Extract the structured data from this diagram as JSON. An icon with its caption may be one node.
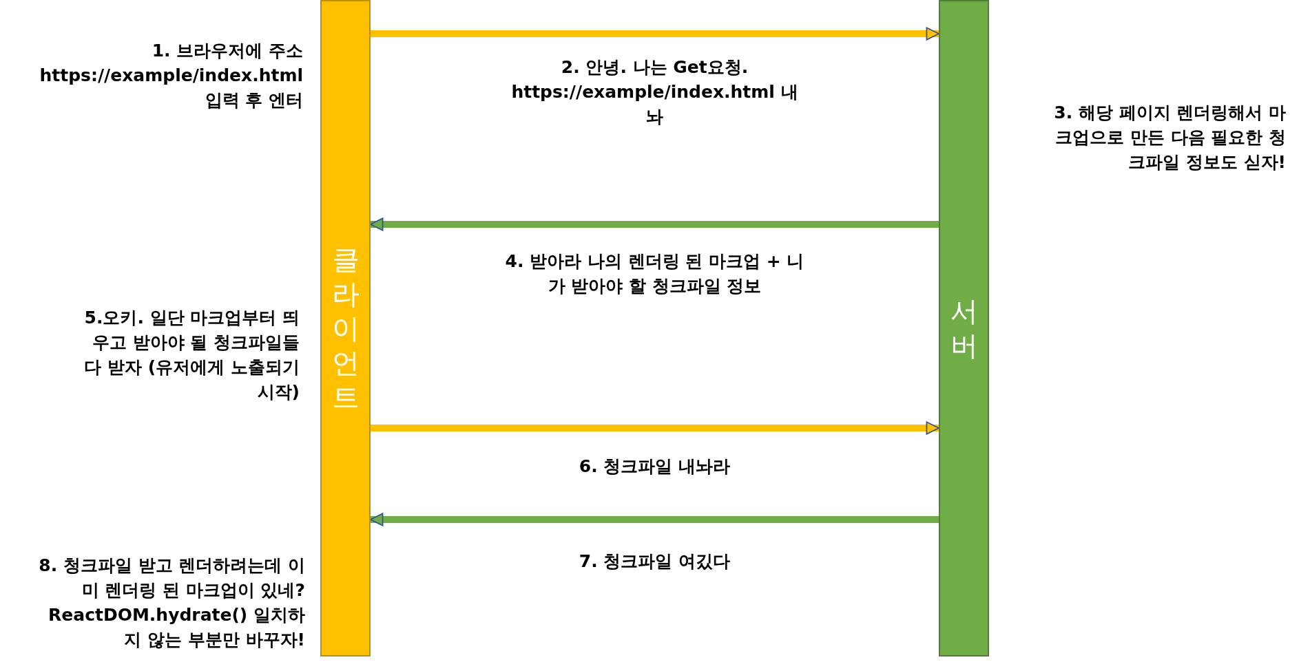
{
  "diagram": {
    "nodes": [
      {
        "text": [
          "클라이언트"
        ]
      },
      {
        "text": [
          "서버"
        ]
      }
    ],
    "edges": [
      {
        "from": 0,
        "to": 1,
        "arrow": "to",
        "label": "2. 안녕. 나는 Get요청. https://example/index.html 내놔",
        "color": "#ffc000"
      },
      {
        "from": 1,
        "to": 0,
        "arrow": "to",
        "label": "4. 받아라 나의 렌더링 된 마크업 + 니가 받아야 할 청크파일 정보",
        "color": "#70ad47"
      },
      {
        "from": 0,
        "to": 1,
        "arrow": "to",
        "label": "6. 청크파일 내놔라",
        "color": "#ffc000"
      },
      {
        "from": 1,
        "to": 0,
        "arrow": "to",
        "label": "7. 청크파일 여깄다",
        "color": "#70ad47"
      }
    ],
    "labels": [
      "1. 브라우저에 주소 https://example/index.html 입력 후 엔터",
      "3. 해당 페이지 렌더링해서 마크업으로 만든 다음 필요한 청크파일 정보도 싣자!",
      "5.오키. 일단 마크업부터 띄우고 받아야 될 청크파일들 다 받자 (유저에게 노출되기 시작)",
      "8. 청크파일 받고 렌더하려는데 이미 렌더링 된 마크업이 있네? ReactDOM.hydrate() 일치하지 않는 부분만 바꾸자!"
    ]
  }
}
